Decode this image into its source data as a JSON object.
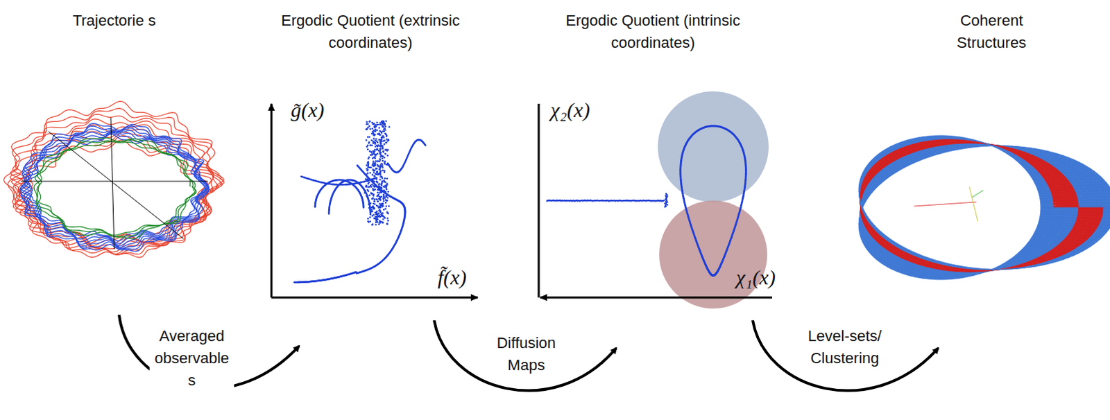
{
  "diagram": {
    "labels": [
      "Trajectorie s",
      "Ergodic Quotient (extrinsic coordinates)",
      "Ergodic Quotient (intrinsic coordinates)",
      "Coherent Structures",
      "g̃(x)",
      "f̃(x)",
      "χ₂(x)",
      "χ₁(x)",
      "Averaged observable s",
      "Diffusion Maps",
      "Level-sets/ Clustering"
    ]
  }
}
